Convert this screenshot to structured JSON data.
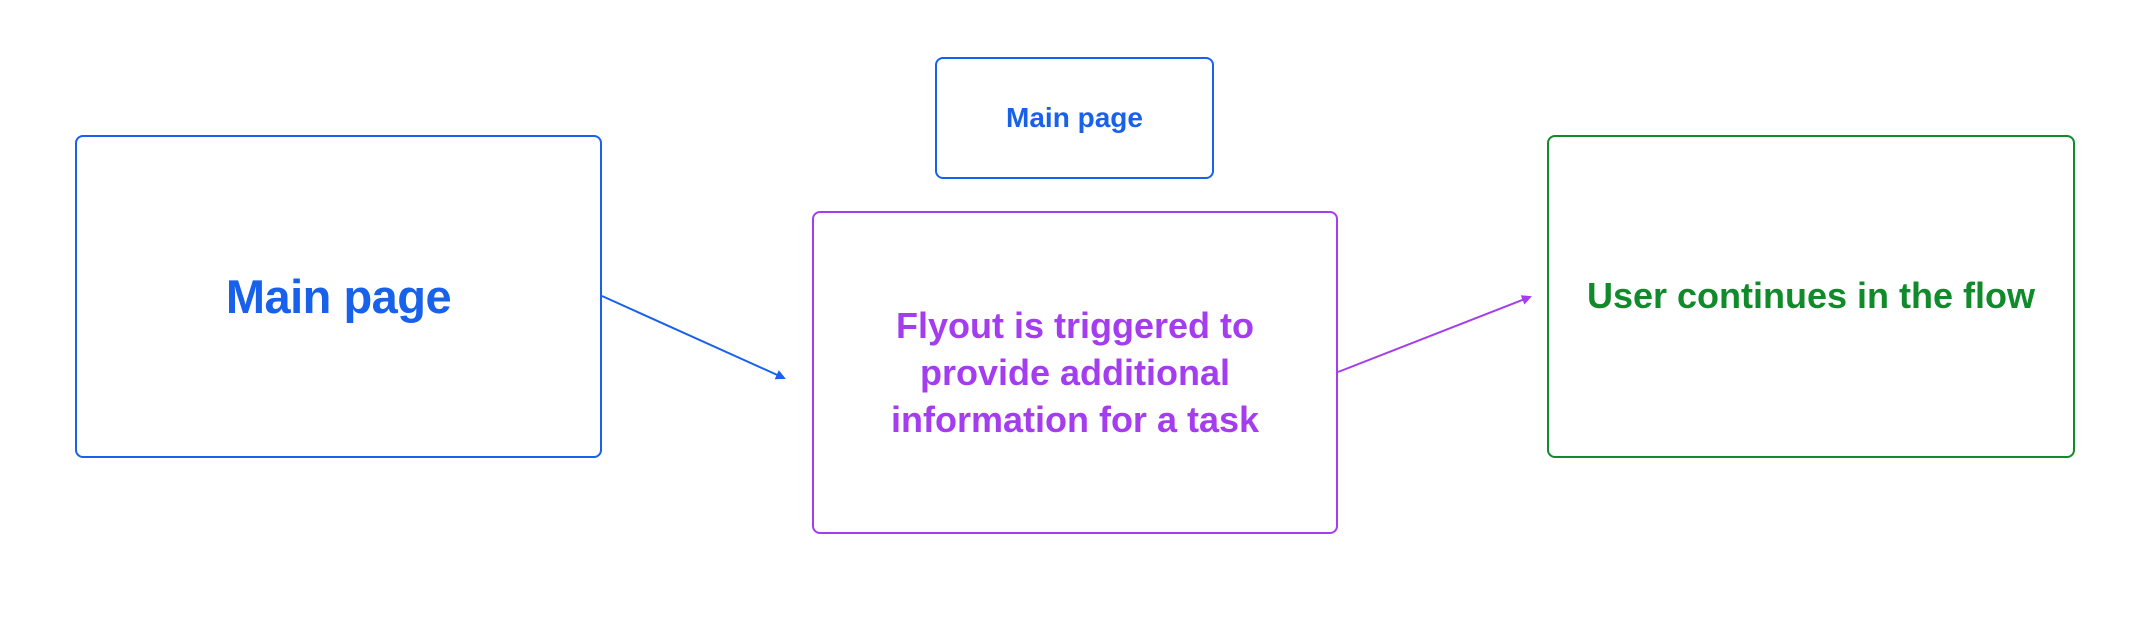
{
  "colors": {
    "blue": "#1861ea",
    "purple": "#a43cf0",
    "green": "#118a2b"
  },
  "diagram": {
    "main_page_box": {
      "label": "Main page",
      "color": "#1861ea"
    },
    "main_page_small_box": {
      "label": "Main page",
      "color": "#1861ea"
    },
    "flyout_box": {
      "label": "Flyout is triggered to\nprovide additional\ninformation for a task",
      "color": "#a43cf0"
    },
    "user_box": {
      "label": "User continues in the flow",
      "color": "#118a2b"
    },
    "arrows": [
      {
        "from": "main_page_box",
        "to": "flyout_box",
        "color": "#1861ea"
      },
      {
        "from": "flyout_box",
        "to": "user_box",
        "color": "#a43cf0"
      }
    ]
  }
}
